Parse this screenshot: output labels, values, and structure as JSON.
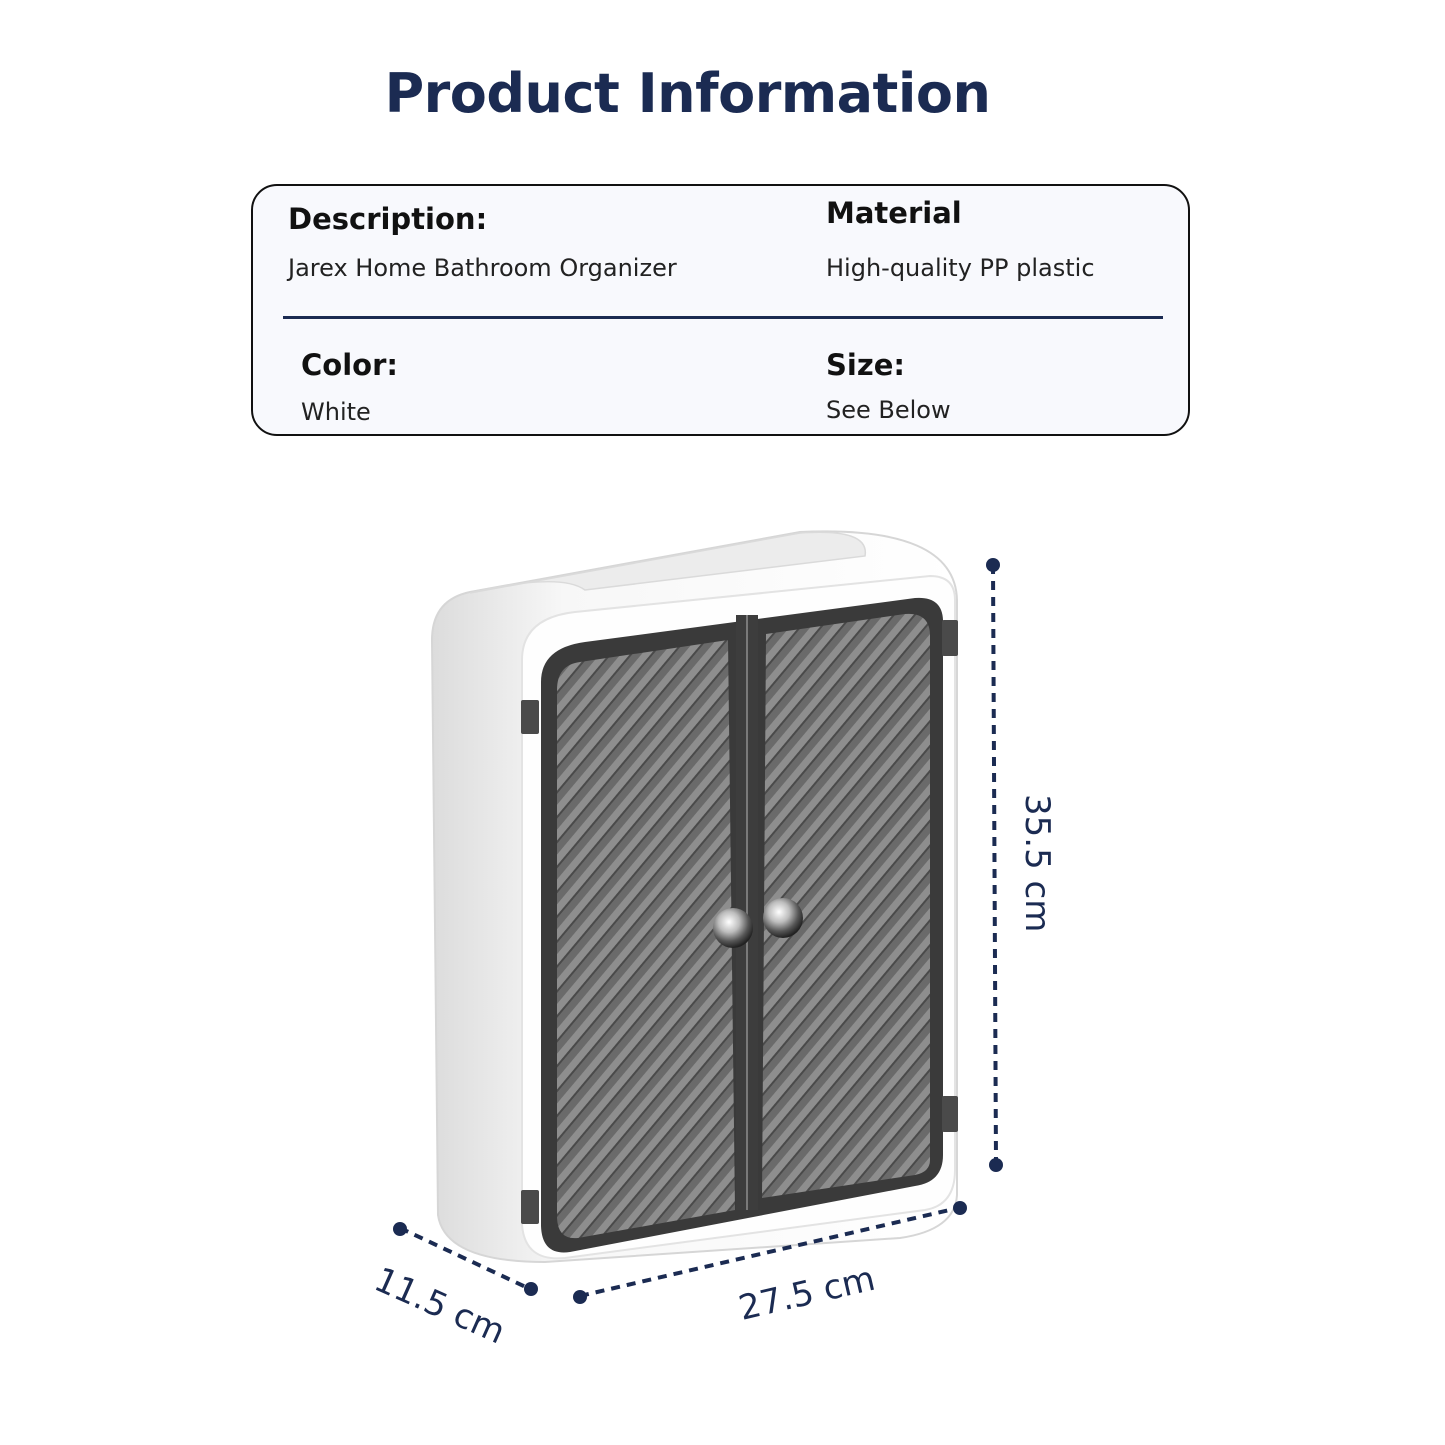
{
  "header": {
    "title": "Product Information"
  },
  "info": {
    "description_label": "Description:",
    "description_value": "Jarex Home Bathroom Organizer",
    "material_label": "Material",
    "material_value": "High-quality PP plastic",
    "color_label": "Color:",
    "color_value": "White",
    "size_label": "Size:",
    "size_value": "See Below"
  },
  "dimensions": {
    "height": "35.5 cm",
    "width": "27.5 cm",
    "depth": "11.5 cm"
  },
  "colors": {
    "title": "#1b2b52",
    "dimension_line": "#1b2b52",
    "cabinet_body": "#ffffff",
    "door_tint": "#5e5e5e"
  },
  "icons": [
    "bathroom-cabinet-illustration",
    "chrome-knob-icon"
  ]
}
